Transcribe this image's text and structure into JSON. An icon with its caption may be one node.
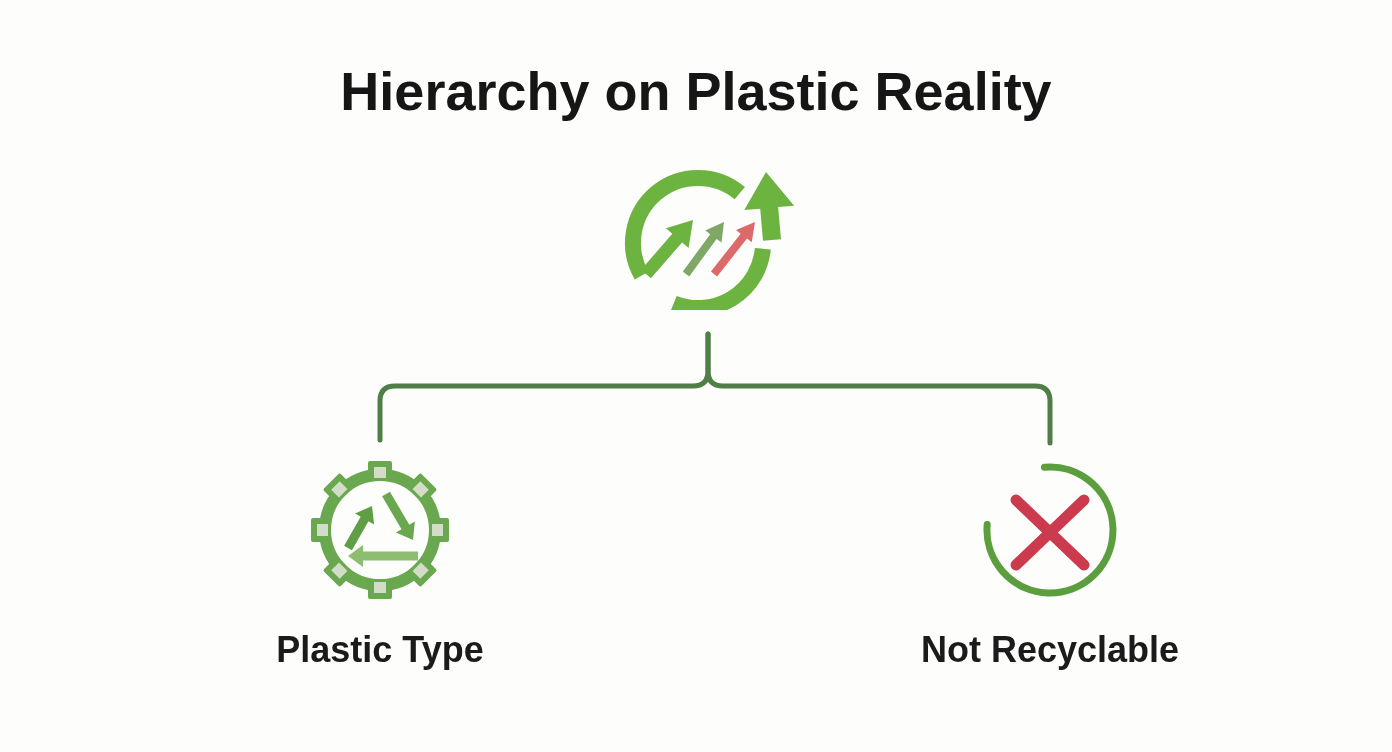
{
  "diagram": {
    "title": "Hierarchy on Plastic Reality",
    "nodes": [
      {
        "text": [],
        "shape": "picture"
      },
      {
        "text": [
          "Plastic Type"
        ]
      },
      {
        "text": [
          "Not Recyclable"
        ]
      }
    ],
    "edges": [
      {
        "from": 0,
        "to": 1,
        "arrow": "none"
      },
      {
        "from": 0,
        "to": 2,
        "arrow": "none"
      }
    ]
  }
}
